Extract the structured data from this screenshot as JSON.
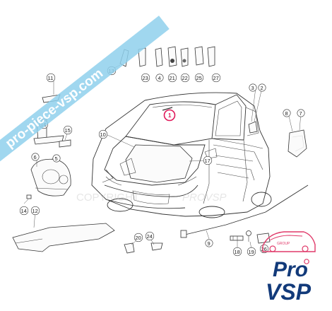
{
  "watermark": {
    "banner_text": "pro-piece-vsp.com",
    "copyright_text": "COPYRIGHT",
    "copyright_brand": "PROVSP",
    "banner_color": "#8fd0ec"
  },
  "logo": {
    "group_text": "GROUP",
    "line1": "Pro",
    "line2": "VSP",
    "primary_color": "#123a7a",
    "accent_color": "#e03a6a"
  },
  "highlight": {
    "part": "1",
    "color": "#e0185a"
  },
  "callouts": {
    "c1": "1",
    "c2": "2",
    "c3": "3",
    "c4": "4",
    "c5": "5",
    "c6": "6",
    "c7": "7",
    "c8": "8",
    "c9": "9",
    "c10": "10",
    "c11": "11",
    "c12": "12",
    "c13": "13",
    "c14": "14",
    "c15": "15",
    "c16": "16",
    "c17": "17",
    "c18": "18",
    "c19": "19",
    "c20": "20",
    "c21": "21",
    "c22": "22",
    "c23": "23",
    "c24": "24",
    "c25": "25",
    "c26": "26",
    "c27": "27"
  }
}
